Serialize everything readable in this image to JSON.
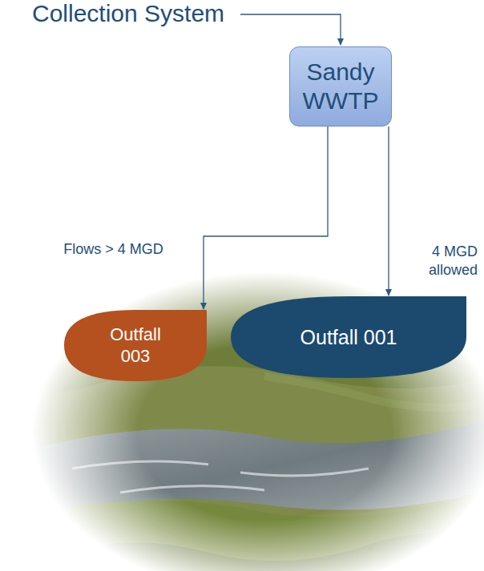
{
  "diagram": {
    "nodes": [
      {
        "text": [
          "Sandy WWTP"
        ]
      },
      {
        "text": [
          "Outfall 003"
        ]
      },
      {
        "text": [
          "Outfall 001"
        ]
      }
    ],
    "edges": [
      {
        "from": 0,
        "to": 1,
        "arrow": "to",
        "label": "Flows > 4 MGD"
      },
      {
        "from": 0,
        "to": 2,
        "arrow": "to",
        "label": "4 MGD allowed"
      }
    ],
    "labels": [
      "Collection System"
    ]
  }
}
